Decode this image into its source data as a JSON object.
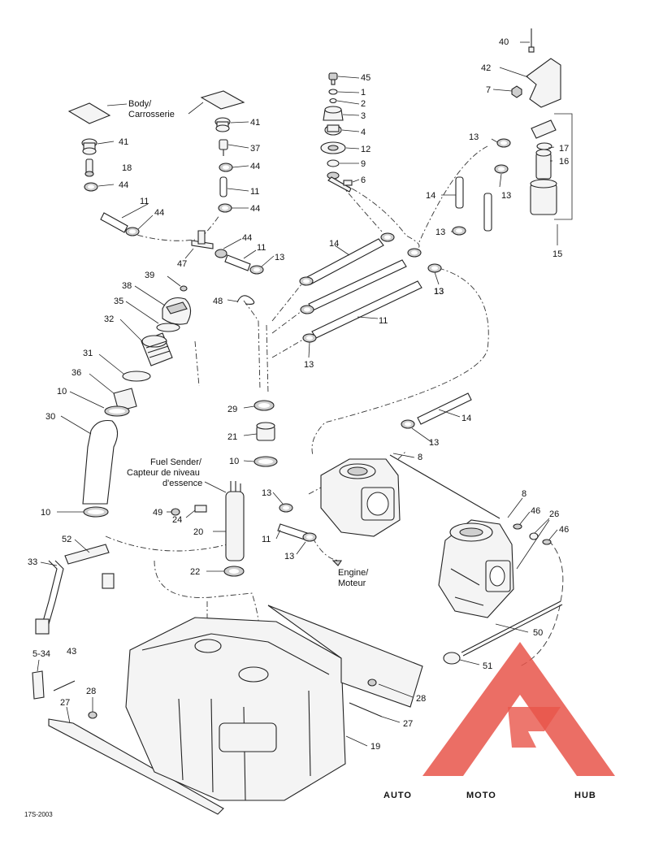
{
  "callouts": [
    {
      "id": "c40",
      "text": "40"
    },
    {
      "id": "c42",
      "text": "42"
    },
    {
      "id": "c7",
      "text": "7"
    },
    {
      "id": "c45",
      "text": "45"
    },
    {
      "id": "c1",
      "text": "1"
    },
    {
      "id": "c2",
      "text": "2"
    },
    {
      "id": "c3",
      "text": "3"
    },
    {
      "id": "c4",
      "text": "4"
    },
    {
      "id": "c12",
      "text": "12"
    },
    {
      "id": "c9",
      "text": "9"
    },
    {
      "id": "c6",
      "text": "6"
    },
    {
      "id": "c41a",
      "text": "41"
    },
    {
      "id": "c41b",
      "text": "41"
    },
    {
      "id": "c18",
      "text": "18"
    },
    {
      "id": "c44a",
      "text": "44"
    },
    {
      "id": "c37",
      "text": "37"
    },
    {
      "id": "c44b",
      "text": "44"
    },
    {
      "id": "c11a",
      "text": "11"
    },
    {
      "id": "c44c",
      "text": "44"
    },
    {
      "id": "c11b",
      "text": "11"
    },
    {
      "id": "c44d",
      "text": "44"
    },
    {
      "id": "c13a",
      "text": "13"
    },
    {
      "id": "c17",
      "text": "17"
    },
    {
      "id": "c16",
      "text": "16"
    },
    {
      "id": "c13b",
      "text": "13"
    },
    {
      "id": "c14a",
      "text": "14"
    },
    {
      "id": "c13c",
      "text": "13"
    },
    {
      "id": "c13d",
      "text": "13"
    },
    {
      "id": "c15",
      "text": "15"
    },
    {
      "id": "c44e",
      "text": "44"
    },
    {
      "id": "c11c",
      "text": "11"
    },
    {
      "id": "c47",
      "text": "47"
    },
    {
      "id": "c13e",
      "text": "13"
    },
    {
      "id": "c14b",
      "text": "14"
    },
    {
      "id": "c13f",
      "text": "13"
    },
    {
      "id": "c39",
      "text": "39"
    },
    {
      "id": "c38",
      "text": "38"
    },
    {
      "id": "c35",
      "text": "35"
    },
    {
      "id": "c48",
      "text": "48"
    },
    {
      "id": "c32",
      "text": "32"
    },
    {
      "id": "c11d",
      "text": "11"
    },
    {
      "id": "c13g",
      "text": "13"
    },
    {
      "id": "c31",
      "text": "31"
    },
    {
      "id": "c36",
      "text": "36"
    },
    {
      "id": "c10a",
      "text": "10"
    },
    {
      "id": "c30",
      "text": "30"
    },
    {
      "id": "c29",
      "text": "29"
    },
    {
      "id": "c14c",
      "text": "14"
    },
    {
      "id": "c21",
      "text": "21"
    },
    {
      "id": "c13h",
      "text": "13"
    },
    {
      "id": "c8a",
      "text": "8"
    },
    {
      "id": "c10b",
      "text": "10"
    },
    {
      "id": "c13i",
      "text": "13"
    },
    {
      "id": "c49",
      "text": "49"
    },
    {
      "id": "c24",
      "text": "24"
    },
    {
      "id": "c10c",
      "text": "10"
    },
    {
      "id": "c20",
      "text": "20"
    },
    {
      "id": "c8b",
      "text": "8"
    },
    {
      "id": "c46a",
      "text": "46"
    },
    {
      "id": "c26",
      "text": "26"
    },
    {
      "id": "c46b",
      "text": "46"
    },
    {
      "id": "c11e",
      "text": "11"
    },
    {
      "id": "c52",
      "text": "52"
    },
    {
      "id": "c13j",
      "text": "13"
    },
    {
      "id": "c33",
      "text": "33"
    },
    {
      "id": "c22",
      "text": "22"
    },
    {
      "id": "c50",
      "text": "50"
    },
    {
      "id": "c51",
      "text": "51"
    },
    {
      "id": "c5-34",
      "text": "5-34"
    },
    {
      "id": "c43",
      "text": "43"
    },
    {
      "id": "c28a",
      "text": "28"
    },
    {
      "id": "c28b",
      "text": "28"
    },
    {
      "id": "c27a",
      "text": "27"
    },
    {
      "id": "c27b",
      "text": "27"
    },
    {
      "id": "c19",
      "text": "19"
    }
  ],
  "notes": {
    "body": [
      "Body/",
      "Carrosserie"
    ],
    "fuel_sender": [
      "Fuel Sender/",
      "Capteur de niveau",
      "d'essence"
    ],
    "engine": [
      "Engine/",
      "Moteur"
    ]
  },
  "figure_code": "17S-2003",
  "watermark": {
    "brand_auto": "AUTO",
    "brand_moto": "MOTO",
    "brand_hub": "HUB",
    "color_auto": "#f0b73a",
    "color_moto": "#e8554a",
    "color_hub": "#9b9b9b"
  }
}
